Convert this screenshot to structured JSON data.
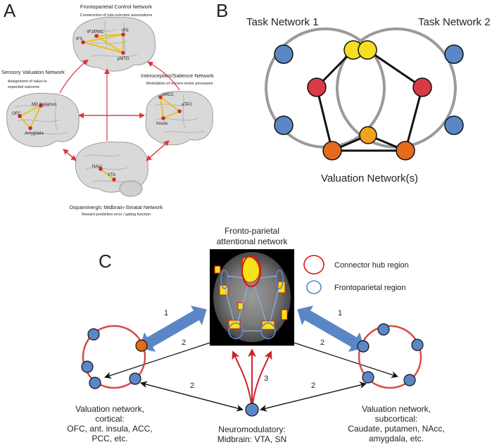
{
  "panelA": {
    "letter": "A",
    "frontoparietal": {
      "title": "Frontoparietal Control Network",
      "subtitle": "Construction of rule-outcome associations",
      "regions": [
        "IFJ/PMC",
        "IPS",
        "IFS",
        "pMTG"
      ]
    },
    "sensory": {
      "title": "Sensory Valuation Network",
      "subtitle_line1": "Assignment of value to",
      "subtitle_line2": "expected outcome",
      "regions": [
        "MD thalamus",
        "OFC",
        "Amygdala"
      ]
    },
    "intero": {
      "title": "Interoception/Salience Network",
      "subtitle": "Modulation of viscero-motor processes",
      "regions": [
        "aMCC",
        "aTPJ",
        "Insula"
      ]
    },
    "dopaminergic": {
      "title": "Dopaminergic Midbrain-Striatal Network",
      "subtitle": "Reward prediction error / gating function",
      "regions": [
        "NAcc",
        "VTA"
      ]
    }
  },
  "panelB": {
    "letter": "B",
    "task1": "Task Network 1",
    "task2": "Task Network 2",
    "valuation": "Valuation Network(s)",
    "colors": {
      "blue": "#5b87c7",
      "yellow": "#f6df1e",
      "red": "#d83a48",
      "orange": "#e46a1c",
      "amber": "#f0a41d",
      "ring": "#9a9a9a"
    }
  },
  "panelC": {
    "letter": "C",
    "title_line1": "Fronto-parietal",
    "title_line2": "attentional network",
    "legend": {
      "hub": "Connector hub region",
      "fp": "Frontoparietal region"
    },
    "labels": {
      "n1_left": "1",
      "n2_left": "2",
      "n1_right": "1",
      "n2_right": "2",
      "n2_bottom_left": "2",
      "n3": "3",
      "n2_bottom_right": "2"
    },
    "cortical": {
      "line1": "Valuation network,",
      "line2": "cortical:",
      "line3": "OFC, ant. insula, ACC,",
      "line4": "PCC, etc."
    },
    "neuromod": {
      "line1": "Neuromodulatory:",
      "line2": "Midbrain: VTA, SN"
    },
    "subcortical": {
      "line1": "Valuation network,",
      "line2": "subcortical:",
      "line3": "Caudate, putamen, NAcc,",
      "line4": "amygdala, etc."
    }
  }
}
